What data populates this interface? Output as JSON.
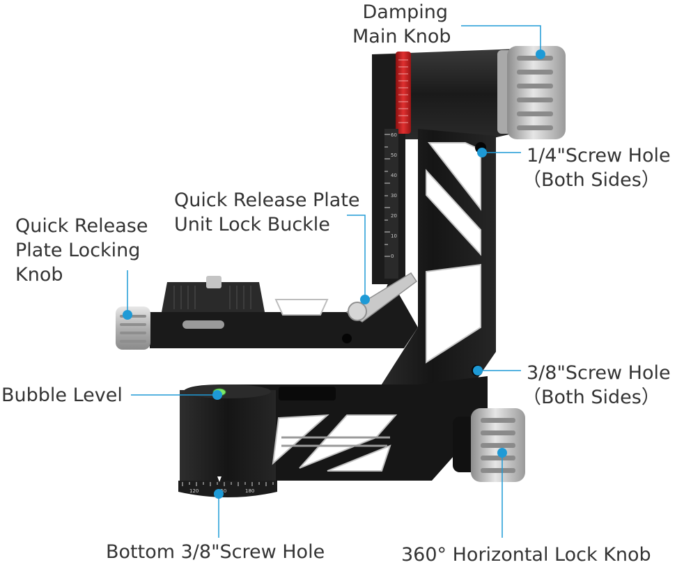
{
  "colors": {
    "accent": "#1e9ad6",
    "body": "#1c1c1c",
    "knob": "#b9b9b9",
    "dial": "#d42424",
    "text": "#333333"
  },
  "labels": {
    "damping_knob": [
      "Damping",
      "Main Knob"
    ],
    "screw_hole_quarter": [
      "1/4\"Screw Hole",
      "（Both Sides）"
    ],
    "qr_lock_buckle": [
      "Quick Release Plate",
      "Unit Lock Buckle"
    ],
    "qr_locking_knob": [
      "Quick Release",
      "Plate Locking",
      "Knob"
    ],
    "screw_hole_38": [
      "3/8\"Screw Hole",
      "（Both Sides）"
    ],
    "bubble_level": "Bubble Level",
    "bottom_screw_hole": "Bottom 3/8\"Screw Hole",
    "horizontal_lock_knob": "360° Horizontal Lock Knob"
  },
  "scale_marks": [
    "60",
    "50",
    "40",
    "30",
    "20",
    "10",
    "0"
  ],
  "base_scale_marks": [
    "120",
    "150",
    "180"
  ]
}
